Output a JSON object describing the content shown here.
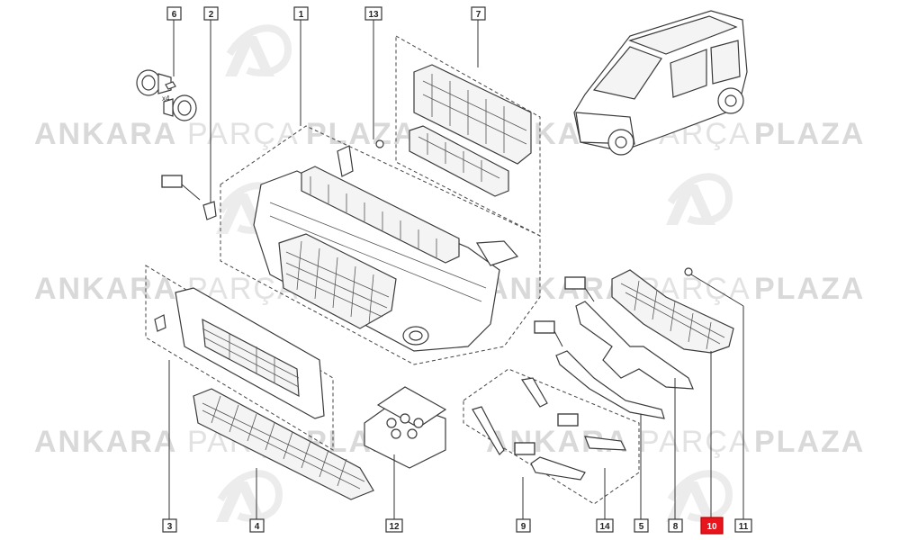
{
  "watermark": {
    "left_bold": "ANKARA",
    "middle_light": "PARÇA",
    "right_bold": "PLAZA"
  },
  "callouts": [
    "6",
    "2",
    "1",
    "13",
    "7",
    "3",
    "4",
    "12",
    "9",
    "14",
    "5",
    "8",
    "10",
    "11"
  ],
  "highlighted_callout": "10",
  "quantity_label": "x4",
  "colors": {
    "highlight": "#e8141e",
    "watermark": "#d9d9d9",
    "line": "#333333"
  }
}
